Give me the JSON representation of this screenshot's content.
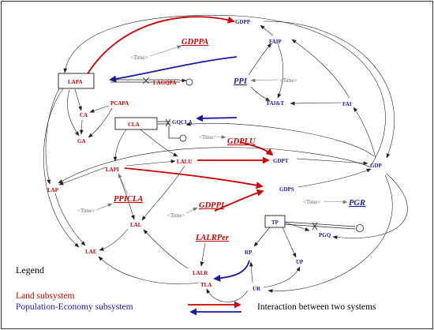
{
  "nodes": {
    "gdpp": "GDPP",
    "gdppa": "GDPPA",
    "time_1": "<Time>",
    "faip": "FAIP",
    "ppi": "PPI",
    "time_2": "<Time>",
    "lapa": "LAPA",
    "lagqpa": "LAGQPA",
    "pcapa": "PCAPA",
    "ca": "CA",
    "ga": "GA",
    "fai": "FAI",
    "fait": "FAI&T",
    "cla": "CLA",
    "gqcla": "GQCLA",
    "time_3": "<Time>",
    "gdplu": "GDPLU",
    "lapi": "LAPI",
    "lalu": "LALU",
    "gdpt": "GDPT",
    "gdp": "GDP",
    "lap": "LAP",
    "ppicla": "PPICLA",
    "gdps": "GDPS",
    "time_4": "<Time>",
    "time_5": "<Time>",
    "gdppi": "GDPPI",
    "pgr": "PGR",
    "time_6": "<Time>",
    "lal": "LAL",
    "lalrper": "LALRPer",
    "tp": "TP",
    "pgq": "PGQ",
    "lae": "LAE",
    "rp": "RP",
    "up": "UP",
    "lalr": "LALR",
    "tla": "TLA",
    "ur": "UR"
  },
  "legend": {
    "title": "Legend",
    "land": "Land subsystem",
    "population": "Population-Economy subsystem",
    "interaction": "Interaction between two systems"
  },
  "colors": {
    "land": "#cc0000",
    "population_economy": "#1a1aa8",
    "link": "#222222",
    "shadow_var": "#666666"
  }
}
